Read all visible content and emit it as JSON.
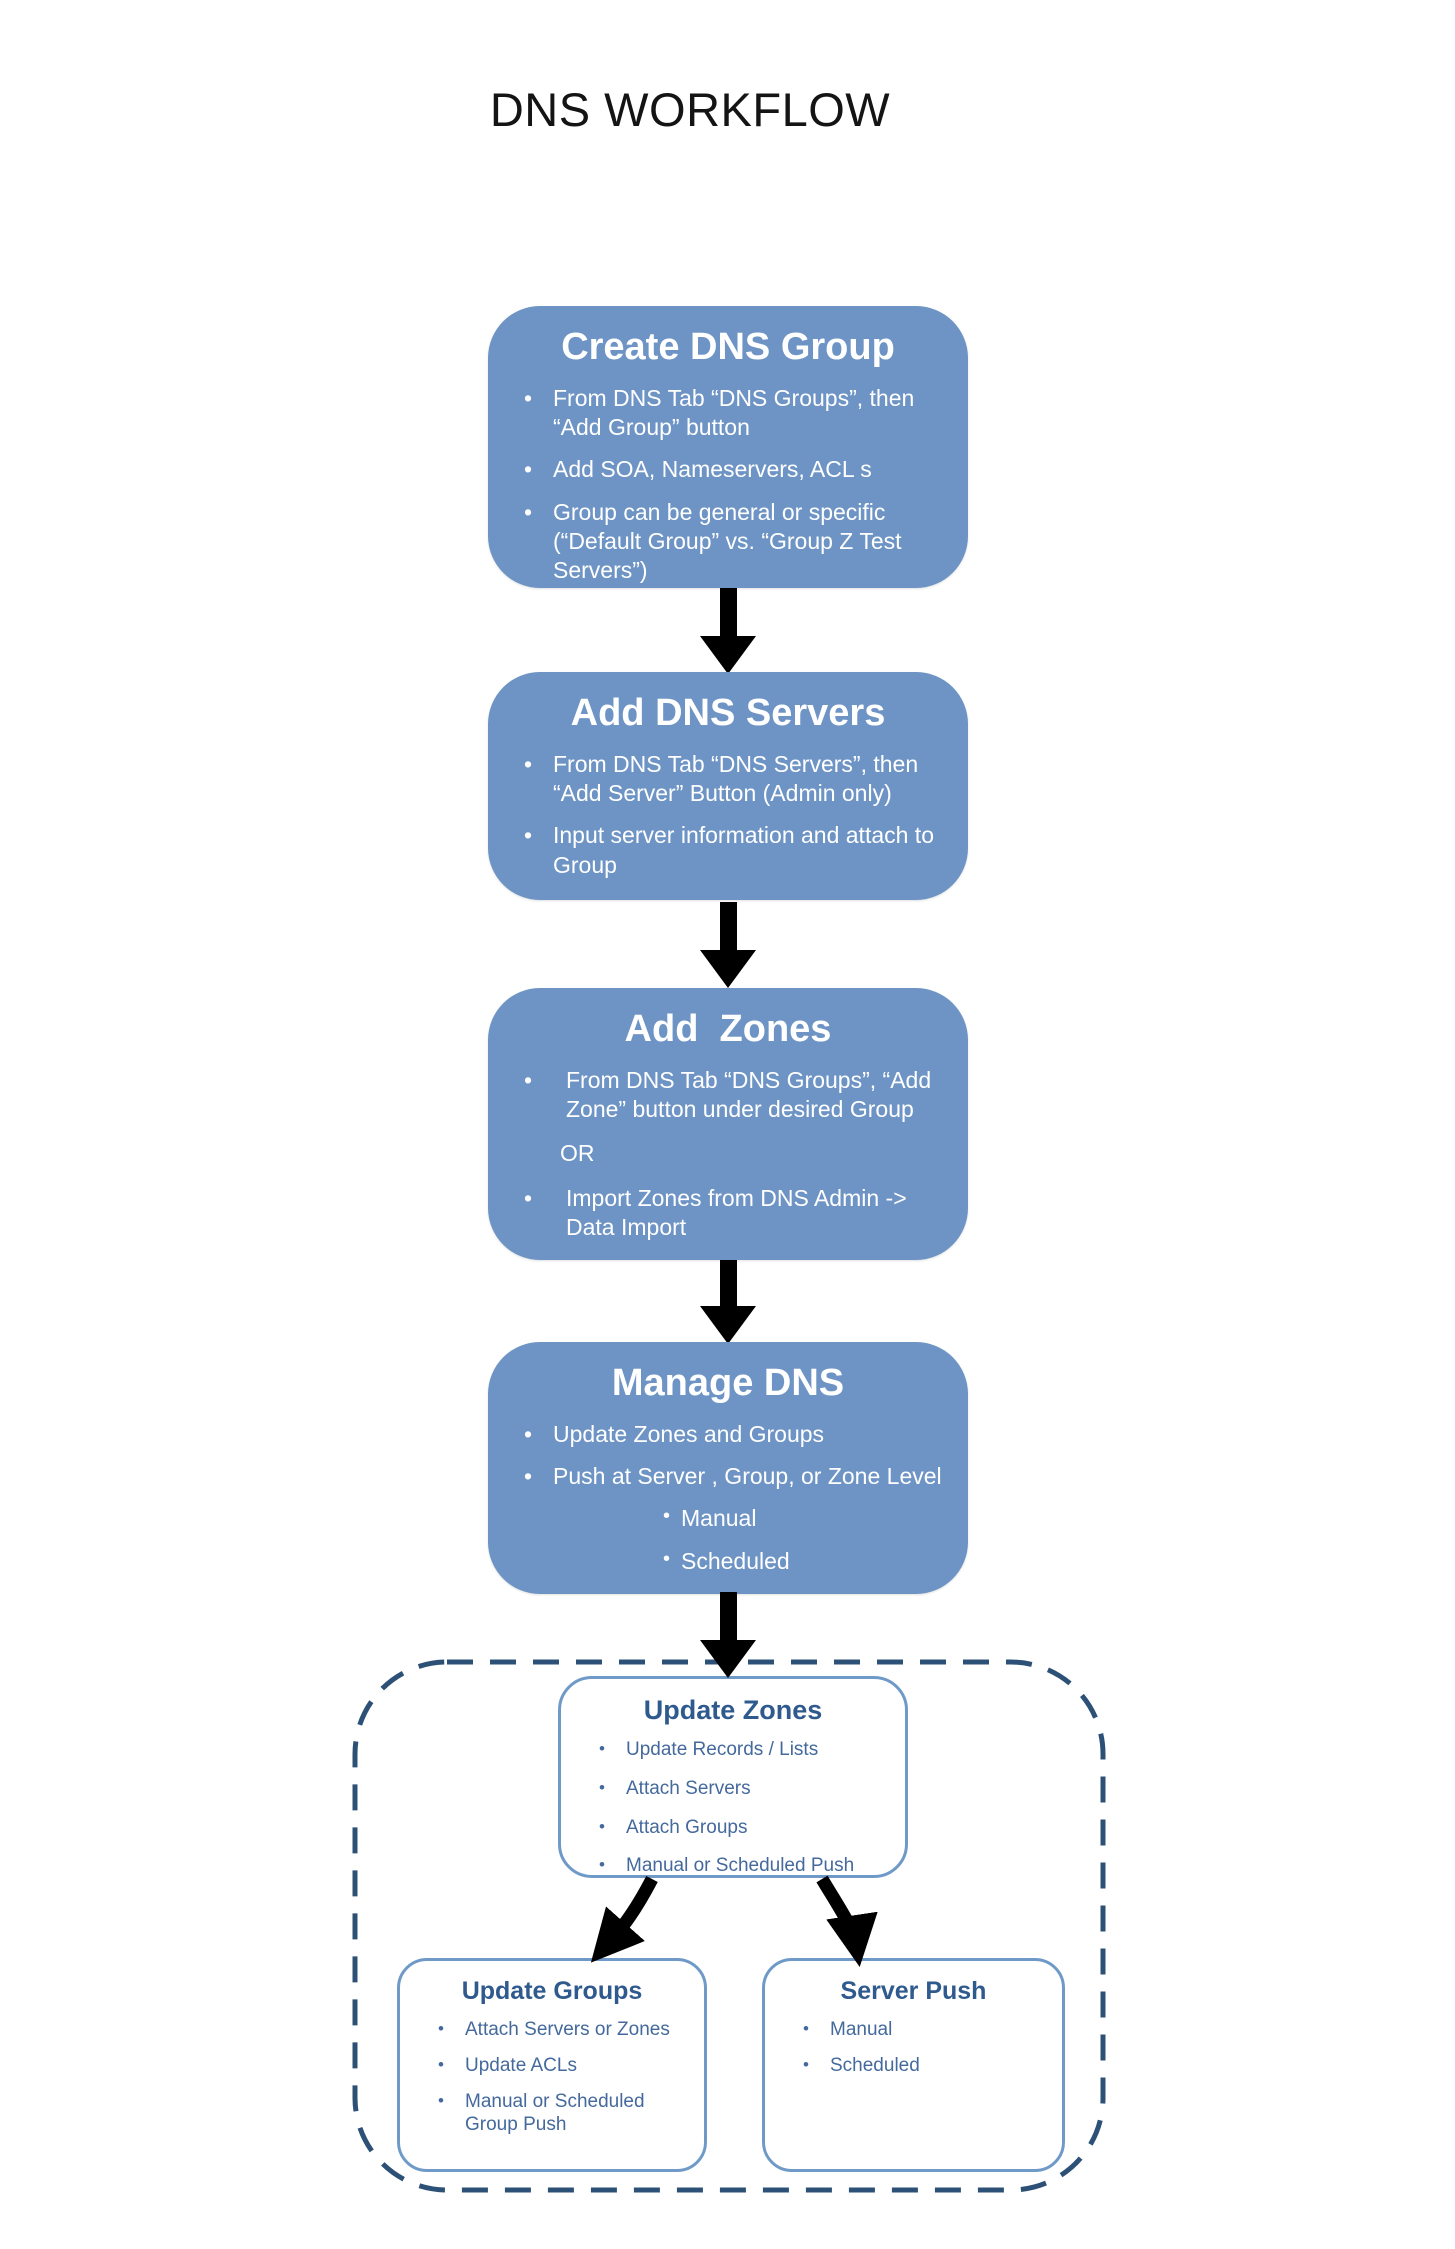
{
  "title": "DNS WORKFLOW",
  "bullet_char": "•",
  "colors": {
    "flow_box_fill": "#6D94C5",
    "flow_box_text": "#FFFFFF",
    "outline_box_border": "#6F9AC8",
    "outline_box_title": "#2F5A8E",
    "outline_box_text": "#44699C",
    "dashed_border": "#2D5176",
    "arrow": "#000000",
    "title_text": "#141414"
  },
  "flow": [
    {
      "title": "Create DNS Group",
      "bullets": [
        "From DNS Tab “DNS Groups”, then “Add Group” button",
        "Add SOA, Nameservers, ACL s",
        "Group can be general or specific (“Default Group” vs. “Group Z Test Servers”)"
      ]
    },
    {
      "title": "Add DNS Servers",
      "bullets": [
        "From DNS Tab “DNS Servers”, then “Add Server” Button (Admin only)",
        "Input server information and attach to Group"
      ]
    },
    {
      "title": "Add  Zones",
      "or_label": "OR",
      "bullets": [
        "From DNS Tab “DNS Groups”, “Add Zone” button under desired Group",
        "Import Zones from DNS Admin -> Data Import"
      ]
    },
    {
      "title": "Manage DNS",
      "bullets": [
        "Update Zones and Groups",
        "Push at Server , Group, or Zone Level"
      ],
      "sub_bullets": [
        "Manual",
        "Scheduled"
      ]
    }
  ],
  "update_zones": {
    "title": "Update Zones",
    "bullets": [
      "Update Records / Lists",
      "Attach Servers",
      "Attach Groups",
      "Manual or Scheduled Push"
    ]
  },
  "update_groups": {
    "title": "Update Groups",
    "bullets": [
      "Attach Servers or Zones",
      "Update ACLs",
      "Manual or Scheduled Group Push"
    ]
  },
  "server_push": {
    "title": "Server Push",
    "bullets": [
      "Manual",
      "Scheduled"
    ]
  }
}
